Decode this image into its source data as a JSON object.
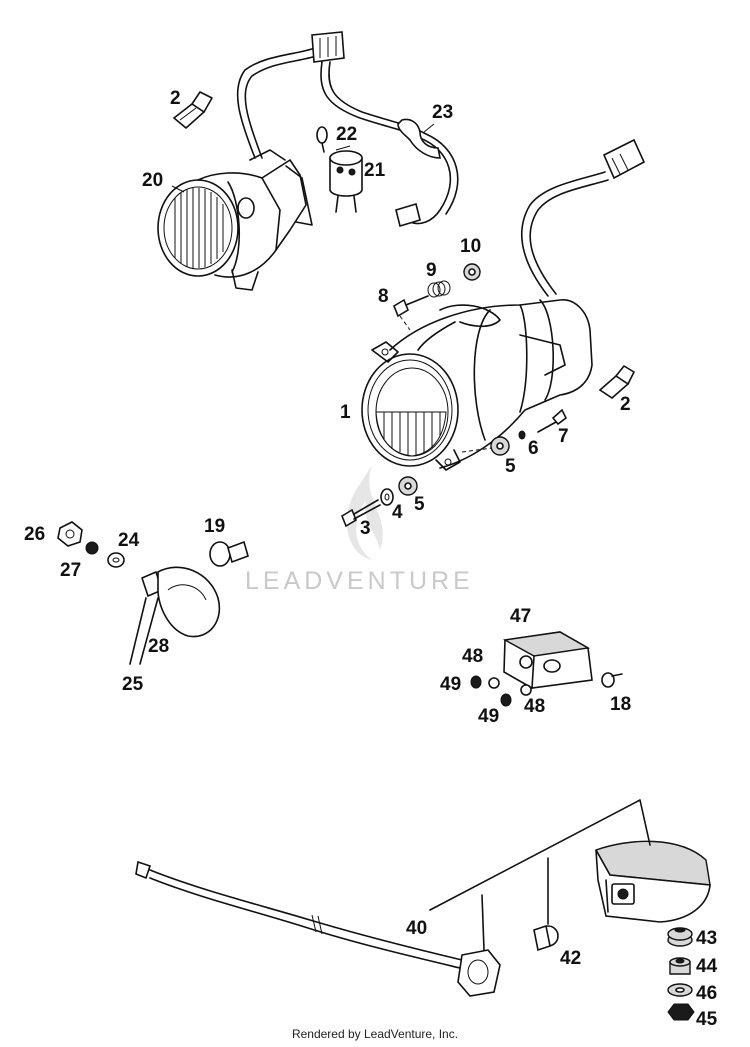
{
  "watermark": "LEADVENTURE",
  "footer": "Rendered by LeadVenture, Inc.",
  "callouts": {
    "c1": "1",
    "c2a": "2",
    "c2b": "2",
    "c3": "3",
    "c4": "4",
    "c5a": "5",
    "c5b": "5",
    "c6": "6",
    "c7": "7",
    "c8": "8",
    "c9": "9",
    "c10": "10",
    "c18": "18",
    "c19": "19",
    "c20": "20",
    "c21": "21",
    "c22": "22",
    "c23": "23",
    "c24": "24",
    "c25": "25",
    "c26": "26",
    "c27": "27",
    "c28": "28",
    "c40": "40",
    "c42": "42",
    "c43": "43",
    "c44": "44",
    "c45": "45",
    "c46": "46",
    "c47": "47",
    "c48a": "48",
    "c48b": "48",
    "c49a": "49",
    "c49b": "49"
  }
}
